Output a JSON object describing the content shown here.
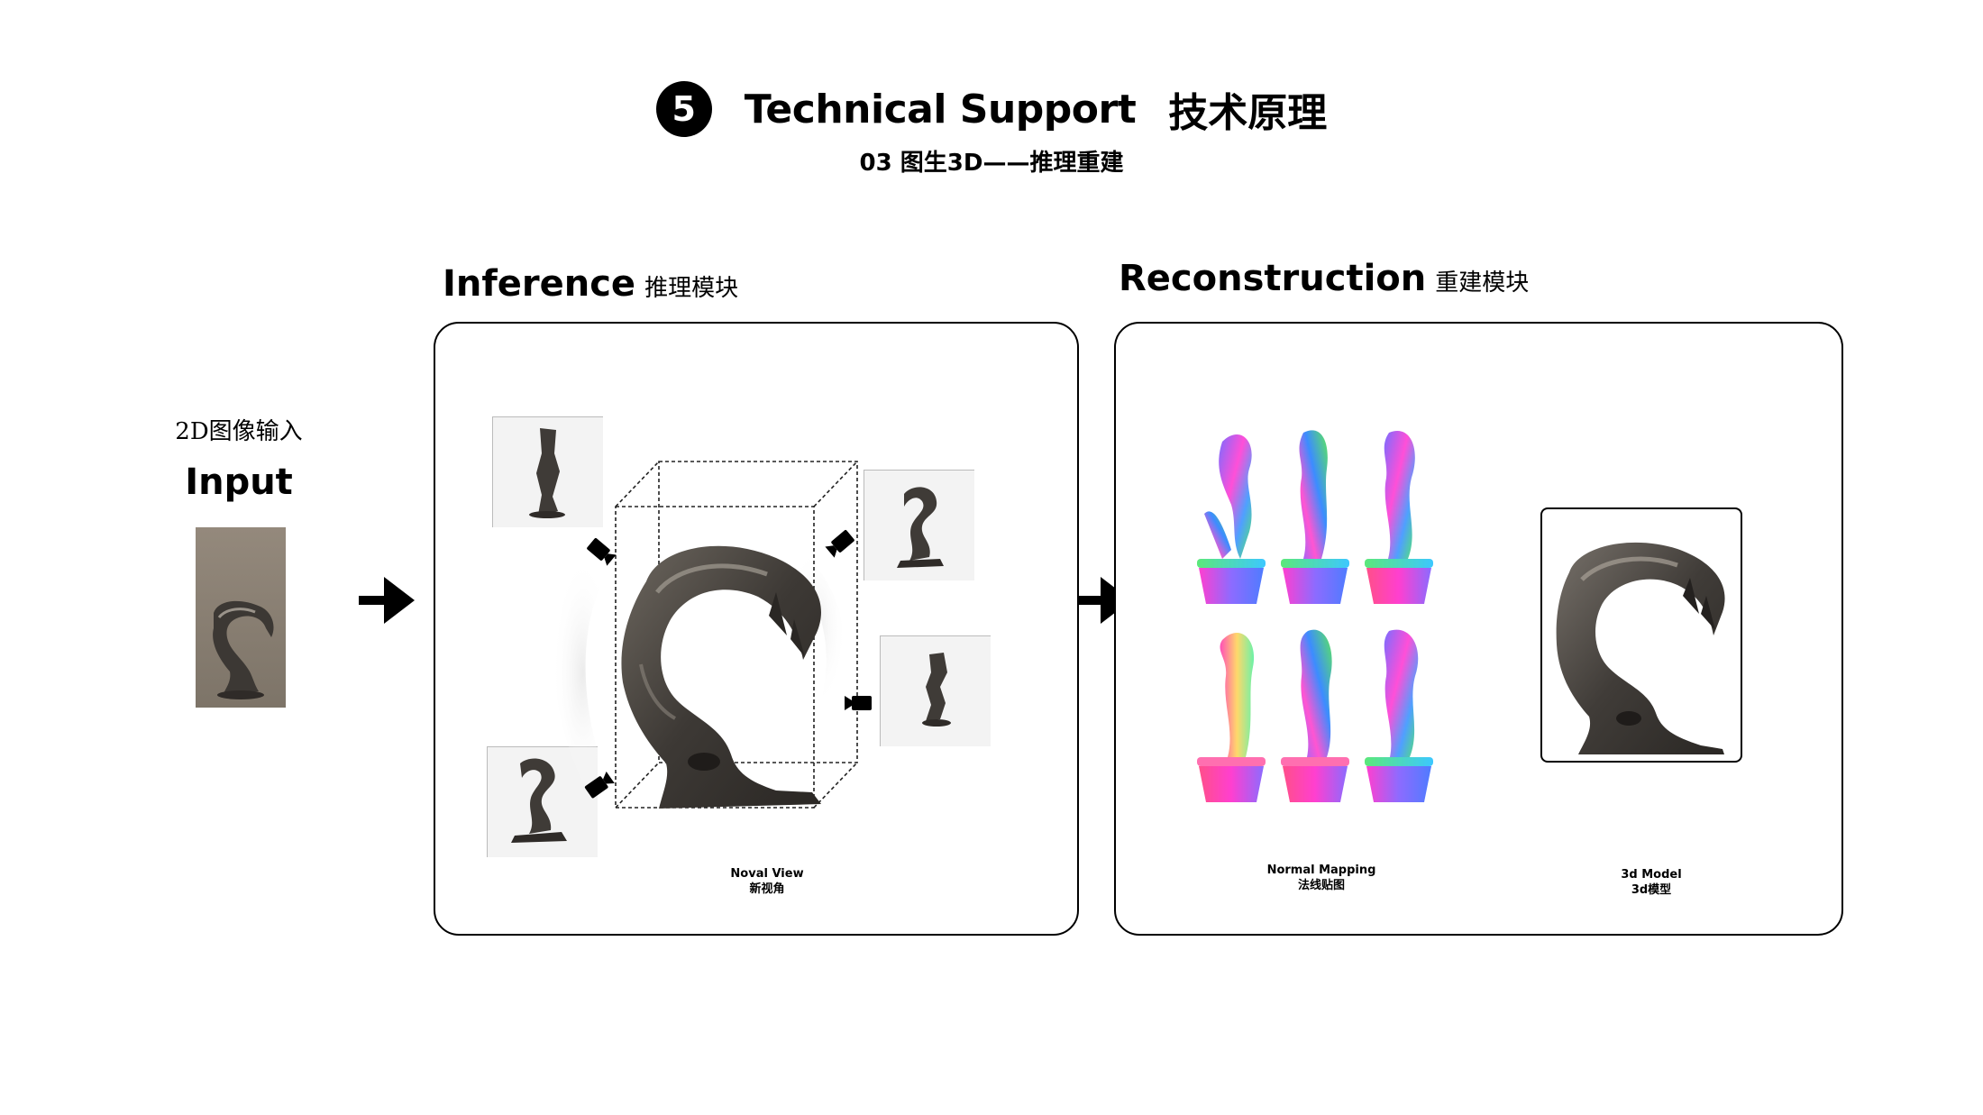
{
  "header": {
    "step_number": "5",
    "title_en": "Technical Support",
    "title_zh": "技术原理",
    "subtitle": "03 图生3D——推理重建"
  },
  "input": {
    "caption_zh": "2D图像输入",
    "title": "Input"
  },
  "inference": {
    "title": "Inference",
    "title_zh": "推理模块",
    "caption_en": "Noval View",
    "caption_zh": "新视角"
  },
  "reconstruction": {
    "title": "Reconstruction",
    "title_zh": "重建模块",
    "normal_caption_en": "Normal Mapping",
    "normal_caption_zh": "法线贴图",
    "model_caption_en": "3d Model",
    "model_caption_zh": "3d模型"
  },
  "colors": {
    "stone_dark": "#3a3632",
    "stone_mid": "#6b655d",
    "input_bg": "#8e8578",
    "normal_blue": "#5a6cff",
    "normal_magenta": "#ff3fd0",
    "normal_green": "#5de85a"
  }
}
